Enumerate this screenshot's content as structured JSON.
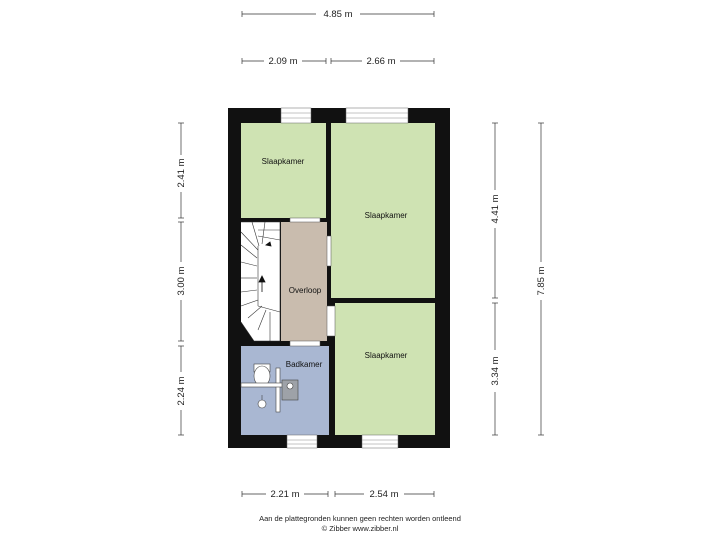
{
  "dimensions": {
    "top_total": "4.85 m",
    "top_left": "2.09 m",
    "top_right": "2.66 m",
    "bottom_left": "2.21 m",
    "bottom_right": "2.54 m",
    "left_top": "2.41 m",
    "left_mid": "3.00 m",
    "left_bottom": "2.24 m",
    "right_upper": "4.41 m",
    "right_lower": "3.34 m",
    "right_total": "7.85 m"
  },
  "rooms": {
    "slaapkamer_1": "Slaapkamer",
    "slaapkamer_2": "Slaapkamer",
    "slaapkamer_3": "Slaapkamer",
    "overloop": "Overloop",
    "badkamer": "Badkamer"
  },
  "colors": {
    "bedroom": "#cfe3b3",
    "landing": "#c9bcae",
    "bathroom": "#a9b7d2",
    "wall": "#111111",
    "stairs": "#ffffff"
  },
  "footer": {
    "disclaimer": "Aan de plattegronden kunnen geen rechten worden ontleend",
    "credit": "© Zibber www.zibber.nl"
  }
}
